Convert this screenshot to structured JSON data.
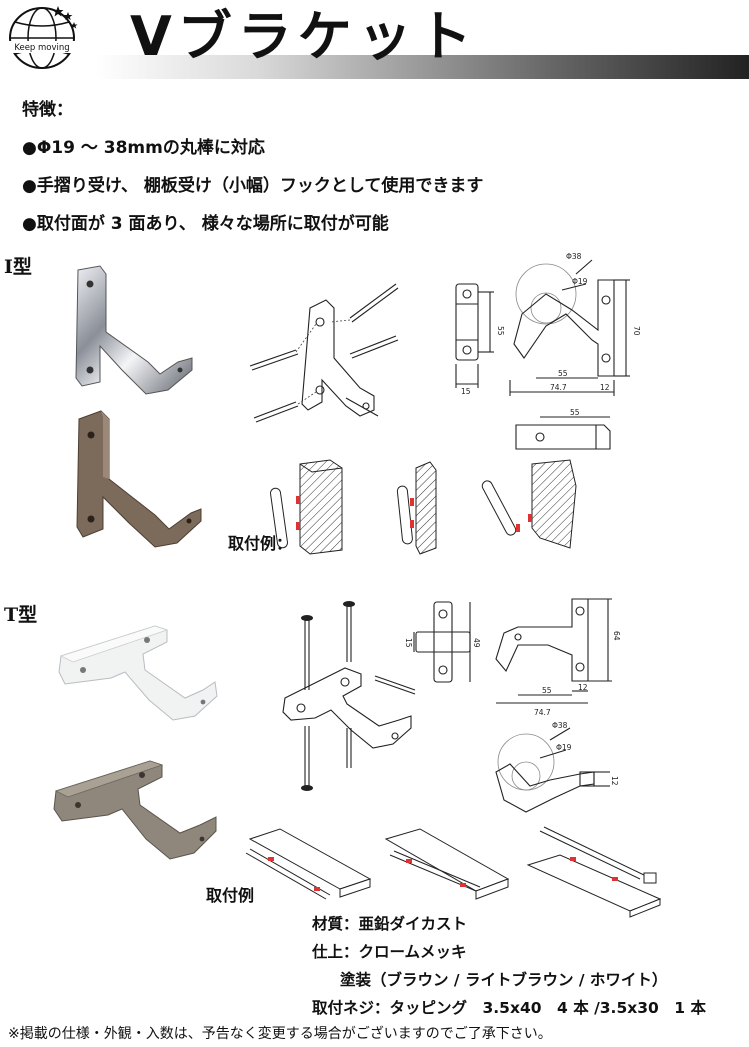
{
  "header": {
    "logo_text": "Keep moving",
    "title": "Vブラケット"
  },
  "features": {
    "heading": "特徴：",
    "items": [
      "●Φ19 ～ 38mmの丸棒に対応",
      "●手摺り受け、 棚板受け（小幅）フックとして使用できます",
      "●取付面が 3 面あり、 様々な場所に取付が可能"
    ]
  },
  "type_i": {
    "label": "I型",
    "mount_caption": "取付例：",
    "dims": {
      "side_height": "55",
      "side_width": "15",
      "dia_large": "Φ38",
      "dia_small": "Φ19",
      "height": "70",
      "inner": "55",
      "total": "74.7",
      "end": "12",
      "bottom_length": "55"
    },
    "colors": {
      "chrome": "#c9ccd2",
      "brown": "#7c6a5b"
    }
  },
  "type_t": {
    "label": "T型",
    "mount_caption": "取付例",
    "dims": {
      "side_width": "15",
      "side_height": "49",
      "height": "64",
      "end": "12",
      "inner": "55",
      "total": "74.7",
      "dia_large": "Φ38",
      "dia_small": "Φ19",
      "thick": "12"
    },
    "colors": {
      "white": "#f1f2f2",
      "light_brown": "#8f877b"
    }
  },
  "specs": {
    "material": "材質：亜鉛ダイカスト",
    "finish": "仕上：クロームメッキ",
    "paint": "塗装（ブラウン / ライトブラウン / ホワイト）",
    "screws": "取付ネジ：タッピング　3.5x40　4 本 /3.5x30　1 本"
  },
  "note": "※掲載の仕様・外観・入数は、予告なく変更する場合がございますのでご了承下さい。"
}
